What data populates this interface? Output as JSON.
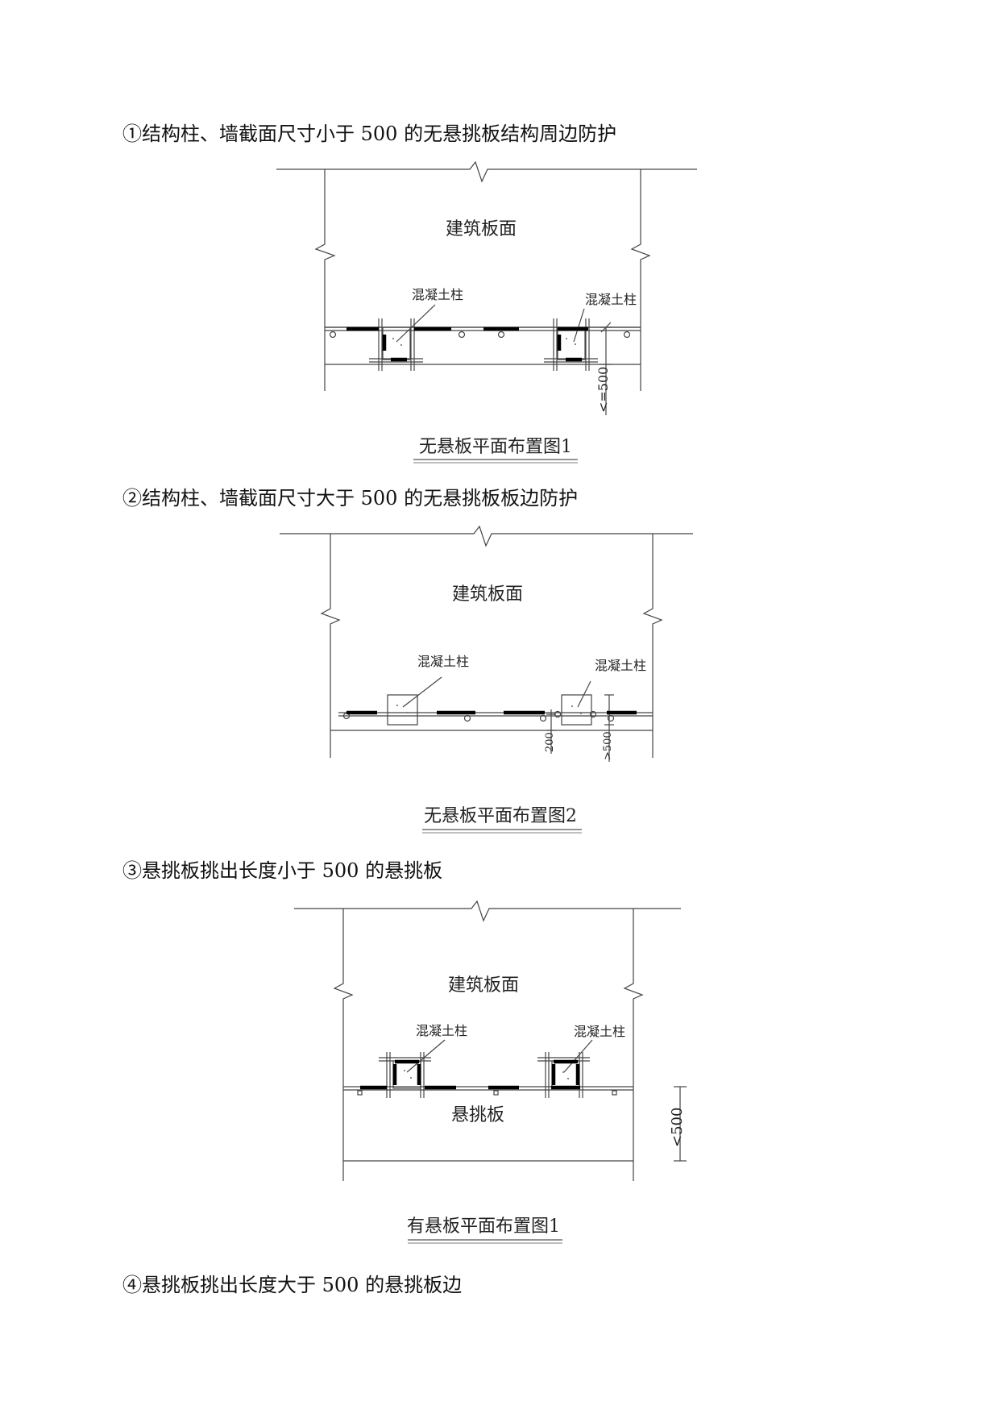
{
  "headings": [
    "①结构柱、墙截面尺寸小于 500 的无悬挑板结构周边防护",
    "②结构柱、墙截面尺寸大于 500 的无悬挑板板边防护",
    "③悬挑板挑出长度小于 500 的悬挑板",
    "④悬挑板挑出长度大于 500 的悬挑板边"
  ],
  "figures": [
    {
      "slab_label": "建筑板面",
      "column_label_left": "混凝土柱",
      "column_label_right": "混凝土柱",
      "dimension": "<=500",
      "caption": "无悬板平面布置图1"
    },
    {
      "slab_label": "建筑板面",
      "column_label_left": "混凝土柱",
      "column_label_right": "混凝土柱",
      "dimension_a": "200",
      "dimension_b": ">500",
      "caption": "无悬板平面布置图2"
    },
    {
      "slab_label": "建筑板面",
      "column_label_left": "混凝土柱",
      "column_label_right": "混凝土柱",
      "cantilever_label": "悬挑板",
      "dimension": "<500",
      "caption": "有悬板平面布置图1"
    }
  ]
}
